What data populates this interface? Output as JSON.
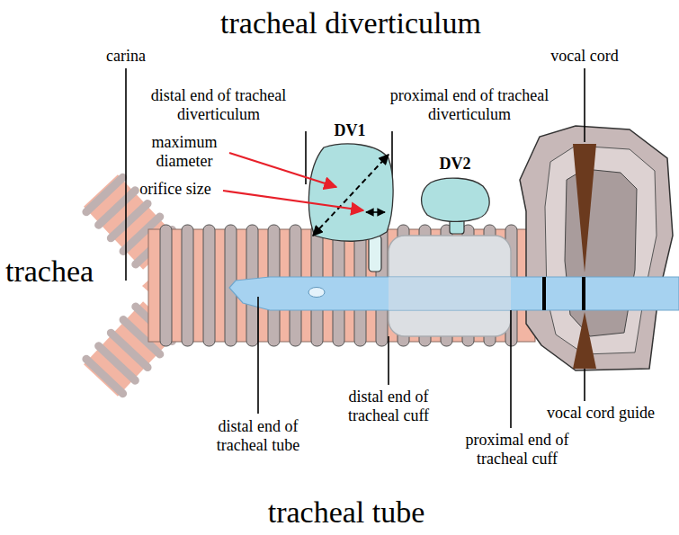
{
  "diagram": {
    "title": "tracheal diverticulum",
    "nodes": [
      {
        "text": [
          "DV1"
        ]
      },
      {
        "text": [
          "DV2"
        ]
      }
    ],
    "labels": [
      "carina",
      "distal end of tracheal diverticulum",
      "maximum diameter",
      "orifice size",
      "proximal end of tracheal diverticulum",
      "vocal cord",
      "trachea",
      "distal end of tracheal tube",
      "distal end of tracheal cuff",
      "proximal end of tracheal cuff",
      "vocal cord guide",
      "tracheal tube"
    ]
  }
}
